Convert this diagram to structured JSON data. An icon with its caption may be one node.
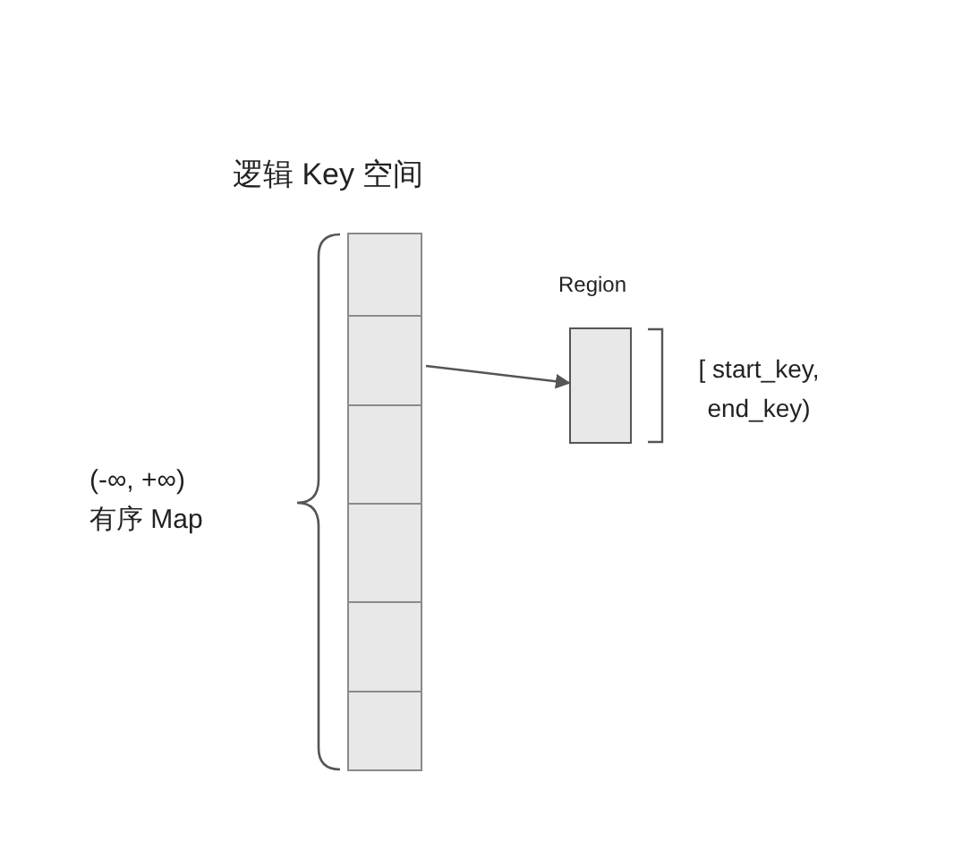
{
  "diagram": {
    "nodes": [
      {
        "text": [
          "逻辑 Key 空间"
        ],
        "beside": [
          "(-∞, +∞) 有序 Map"
        ]
      },
      {
        "text": [],
        "shape": "box",
        "in": 0
      },
      {
        "text": [],
        "shape": "box",
        "in": 0
      },
      {
        "text": [],
        "shape": "box",
        "in": 0
      },
      {
        "text": [],
        "shape": "box",
        "in": 0
      },
      {
        "text": [],
        "shape": "box",
        "in": 0
      },
      {
        "text": [],
        "shape": "box",
        "in": 0
      },
      {
        "text": [
          "Region"
        ],
        "beside": [
          "[ start_key, end_key)"
        ]
      }
    ],
    "edges": [
      {
        "from": 2,
        "to": 7,
        "arrow": "to"
      }
    ]
  }
}
